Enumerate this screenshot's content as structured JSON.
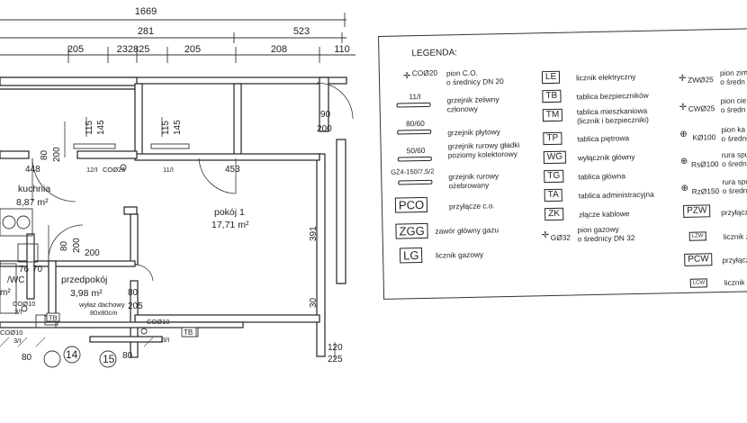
{
  "plan": {
    "dims_top": [
      "1669",
      "281",
      "523",
      "205",
      "232825",
      "205",
      "208",
      "110"
    ],
    "dims_side": [
      "90",
      "200",
      "80",
      "200",
      "115",
      "145",
      "115",
      "145",
      "80",
      "200",
      "80",
      "205",
      "391",
      "30",
      "120",
      "225"
    ],
    "radiators": [
      "12/I",
      "11/I"
    ],
    "riser_codes": [
      "COØ25",
      "COØ10",
      "COØ10",
      "COØ10",
      "3/I",
      "3/I"
    ],
    "room_labels": {
      "kuchnia": "kuchnia",
      "kuchnia_area": "8,87 m²",
      "pokoj": "pokój 1",
      "pokoj_area": "17,71 m²",
      "przedpokoj": "przedpokój",
      "przedpokoj_area": "3,98 m²",
      "wc": "/WC",
      "wc_area": "m²",
      "wylaz": "wyłaz dachowy",
      "wylaz_size": "80x80cm"
    },
    "misc_numbers": [
      "448",
      "453",
      "76",
      "70",
      "80",
      "200",
      "80",
      "3/I",
      "14",
      "15",
      "80"
    ],
    "tb_marks": [
      "TB",
      "TB"
    ]
  },
  "legend": {
    "title": "LEGENDA:",
    "col1": [
      {
        "symbol": "COØ20",
        "text": "pion C.O.\no średnicy DN 20"
      },
      {
        "symbol": "11/I",
        "text": "grzejnik żeliwny\nczłonowy"
      },
      {
        "symbol": "80/60",
        "text": "grzejnik płytowy"
      },
      {
        "symbol": "50/60",
        "text": "grzejnik rurowy gładki\npoziomy kolektorowy"
      },
      {
        "symbol": "GŻ4-150/7,5/2",
        "text": "grzejnik rurowy\nożebrowany"
      },
      {
        "symbol": "PCO",
        "text": "przyłącze c.o."
      },
      {
        "symbol": "ZGG",
        "text": "zawór główny gazu"
      },
      {
        "symbol": "LG",
        "text": "licznik gazowy"
      }
    ],
    "col2": [
      {
        "symbol": "LE",
        "text": "licznik elektryczny"
      },
      {
        "symbol": "TB",
        "text": "tablica bezpieczników"
      },
      {
        "symbol": "TM",
        "text": "tablica mieszkaniowa\n(licznik i bezpieczniki)"
      },
      {
        "symbol": "TP",
        "text": "tablica piętrowa"
      },
      {
        "symbol": "WG",
        "text": "wyłącznik główny"
      },
      {
        "symbol": "TG",
        "text": "tablica główna"
      },
      {
        "symbol": "TA",
        "text": "tablica administracyjna"
      },
      {
        "symbol": "ZK",
        "text": "złącze kablowe"
      },
      {
        "symbol": "GØ32",
        "text": "pion gazowy\no średnicy DN 32"
      }
    ],
    "col3": [
      {
        "symbol": "ZWØ25",
        "text": "pion zim\no średn"
      },
      {
        "symbol": "CWØ25",
        "text": "pion cie\no średn"
      },
      {
        "symbol": "KØ100",
        "text": "pion ka\no średni"
      },
      {
        "symbol": "RsØ100",
        "text": "rura spu\no średni"
      },
      {
        "symbol": "RzØ150",
        "text": "rura spu\no średni"
      },
      {
        "symbol": "PZW",
        "text": "przyłącz"
      },
      {
        "symbol": "LZW",
        "text": "licznik z"
      },
      {
        "symbol": "PCW",
        "text": "przyłącz"
      },
      {
        "symbol": "LCW",
        "text": "licznik c"
      }
    ]
  }
}
